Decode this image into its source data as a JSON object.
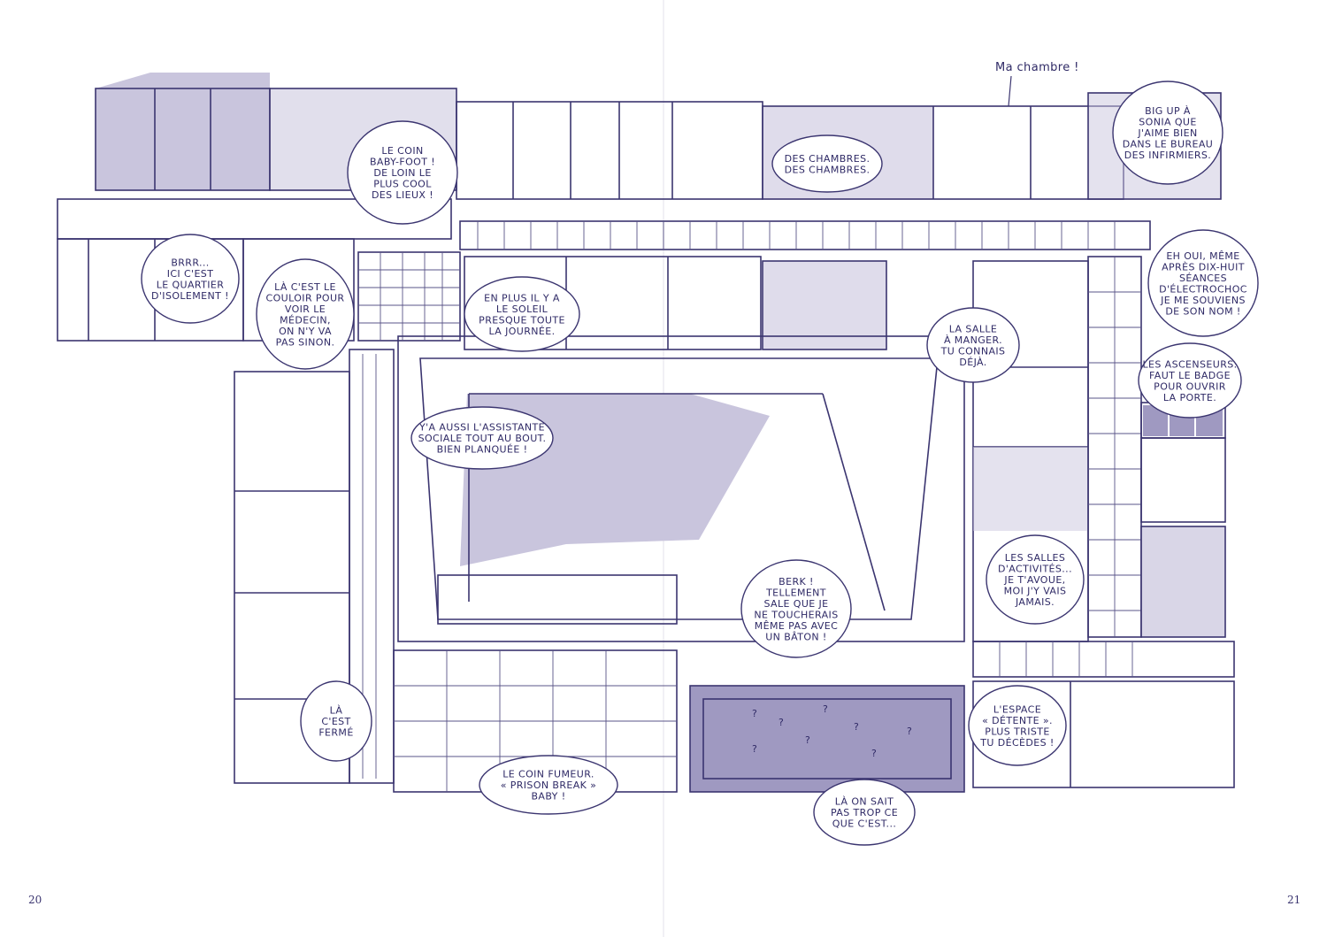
{
  "spread": {
    "page_left": "20",
    "page_right": "21"
  },
  "annotation": {
    "my_room": "Ma chambre !"
  },
  "bubbles": [
    {
      "id": "baby-foot",
      "lines": [
        "LE COIN",
        "BABY-FOOT !",
        "DE LOIN LE",
        "PLUS COOL",
        "DES LIEUX !"
      ]
    },
    {
      "id": "chambres",
      "lines": [
        "DES CHAMBRES.",
        "DES CHAMBRES."
      ]
    },
    {
      "id": "sonia",
      "lines": [
        "BIG UP À",
        "SONIA QUE",
        "J'AIME BIEN",
        "DANS LE BUREAU",
        "DES INFIRMIERS."
      ]
    },
    {
      "id": "isolement",
      "lines": [
        "BRRR...",
        "ICI C'EST",
        "LE QUARTIER",
        "D'ISOLEMENT !"
      ]
    },
    {
      "id": "couloir",
      "lines": [
        "LÀ C'EST LE",
        "COULOIR POUR",
        "VOIR LE",
        "MÉDECIN,",
        "ON N'Y VA",
        "PAS SINON."
      ]
    },
    {
      "id": "soleil",
      "lines": [
        "EN PLUS IL Y A",
        "LE SOLEIL",
        "PRESQUE TOUTE",
        "LA JOURNÉE."
      ]
    },
    {
      "id": "electrochoc",
      "lines": [
        "EH OUI, MÊME",
        "APRÈS DIX-HUIT",
        "SÉANCES",
        "D'ÉLECTROCHOC",
        "JE ME SOUVIENS",
        "DE SON NOM !"
      ]
    },
    {
      "id": "salle-manger",
      "lines": [
        "LA SALLE",
        "À MANGER.",
        "TU CONNAIS",
        "DÉJÀ."
      ]
    },
    {
      "id": "ascenseurs",
      "lines": [
        "LES ASCENSEURS.",
        "FAUT LE BADGE",
        "POUR OUVRIR",
        "LA PORTE."
      ]
    },
    {
      "id": "assistante",
      "lines": [
        "Y'A AUSSI L'ASSISTANTE",
        "SOCIALE TOUT AU BOUT.",
        "BIEN PLANQUÉE !"
      ]
    },
    {
      "id": "activites",
      "lines": [
        "LES SALLES",
        "D'ACTIVITÉS...",
        "JE T'AVOUE,",
        "MOI J'Y VAIS",
        "JAMAIS."
      ]
    },
    {
      "id": "berk",
      "lines": [
        "BERK !",
        "TELLEMENT",
        "SALE QUE JE",
        "NE TOUCHERAIS",
        "MÊME PAS AVEC",
        "UN BÂTON !"
      ]
    },
    {
      "id": "ferme",
      "lines": [
        "LÀ",
        "C'EST",
        "FERMÉ"
      ]
    },
    {
      "id": "detente",
      "lines": [
        "L'ESPACE",
        "« DÉTENTE ».",
        "PLUS TRISTE",
        "TU DÉCÈDES !"
      ]
    },
    {
      "id": "fumeur",
      "lines": [
        "LE COIN FUMEUR.",
        "« PRISON BREAK »",
        "BABY !"
      ]
    },
    {
      "id": "mystere",
      "lines": [
        "LÀ ON SAIT",
        "PAS TROP CE",
        "QUE C'EST..."
      ]
    }
  ],
  "colors": {
    "ink": "#3b3570",
    "wash": "#c9c5dd",
    "wash_dark": "#9f99c1",
    "paper": "#ffffff"
  }
}
